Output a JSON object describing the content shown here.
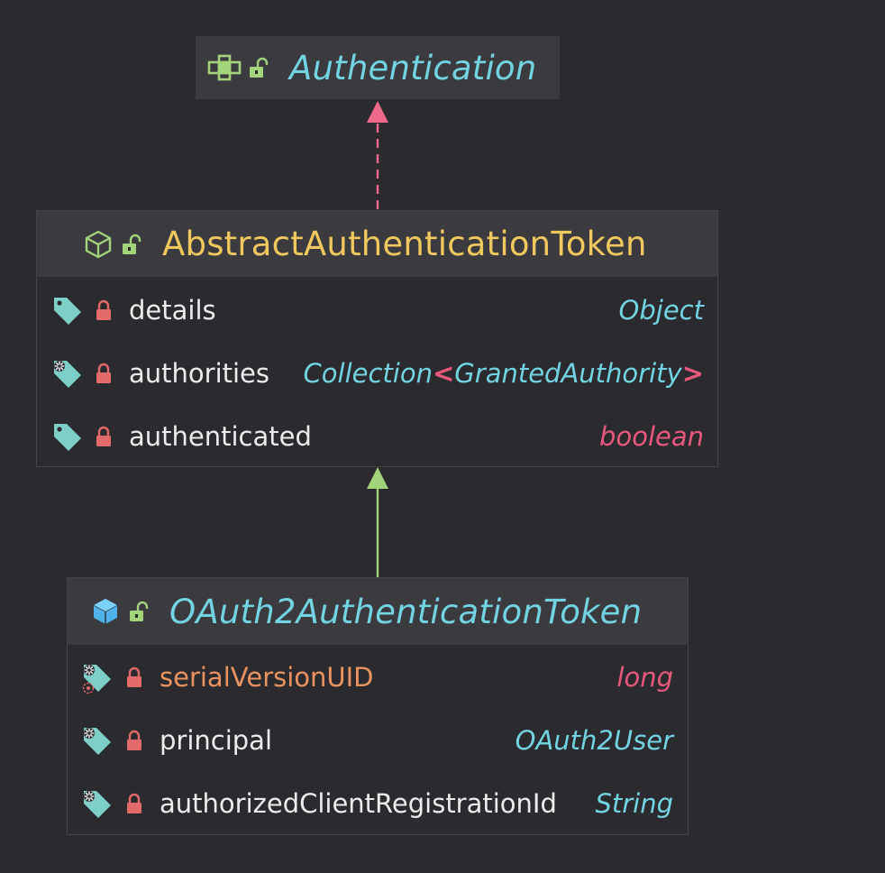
{
  "colors": {
    "background": "#2b2a2e",
    "header": "#3b3a3f",
    "interface_title": "#72d4e2",
    "abstract_title": "#f1c85e",
    "realization_arrow": "#ef6a8a",
    "inheritance_arrow": "#a3d47c",
    "field_lock": "#e36a6a",
    "visibility_lock": "#a3d47c"
  },
  "interface_node": {
    "icons": [
      "interface-icon",
      "public-lock-icon"
    ],
    "title": "Authentication"
  },
  "abstract_node": {
    "icons": [
      "abstract-class-icon",
      "public-lock-icon"
    ],
    "title": "AbstractAuthenticationToken",
    "fields": [
      {
        "icon": "field-tag-icon",
        "name": "details",
        "type": "Object"
      },
      {
        "icon": "final-field-tag-icon",
        "name": "authorities",
        "type_main": "Collection",
        "type_open": "<",
        "type_param": "GrantedAuthority",
        "type_close": ">"
      },
      {
        "icon": "field-tag-icon",
        "name": "authenticated",
        "type": "boolean"
      }
    ]
  },
  "class_node": {
    "icons": [
      "class-icon",
      "public-lock-icon"
    ],
    "title": "OAuth2AuthenticationToken",
    "fields": [
      {
        "icon": "static-final-field-tag-icon",
        "name": "serialVersionUID",
        "type": "long"
      },
      {
        "icon": "final-field-tag-icon",
        "name": "principal",
        "type": "OAuth2User"
      },
      {
        "icon": "final-field-tag-icon",
        "name": "authorizedClientRegistrationId",
        "type": "String"
      }
    ]
  },
  "edges": [
    {
      "kind": "realization",
      "from": "AbstractAuthenticationToken",
      "to": "Authentication"
    },
    {
      "kind": "inheritance",
      "from": "OAuth2AuthenticationToken",
      "to": "AbstractAuthenticationToken"
    }
  ]
}
